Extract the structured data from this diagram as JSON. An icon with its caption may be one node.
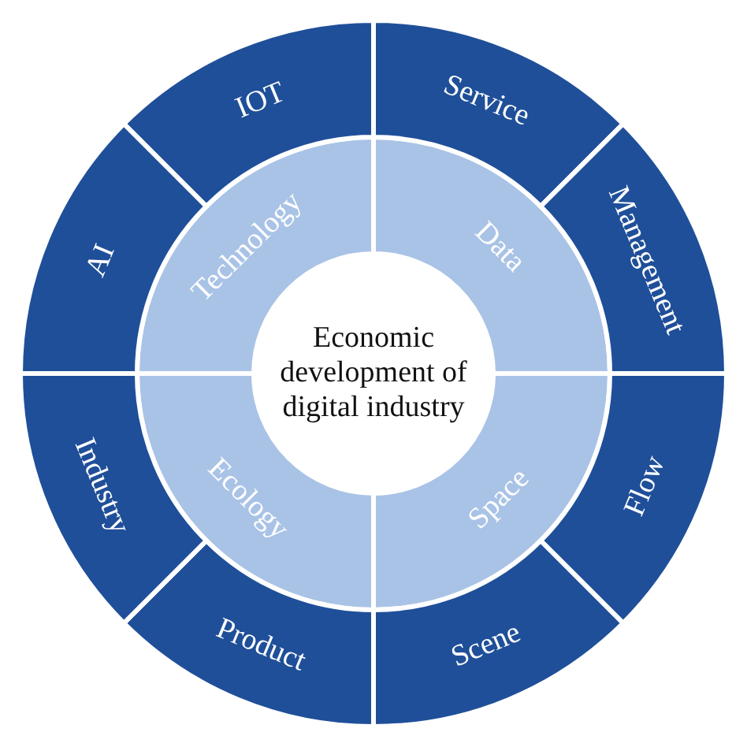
{
  "diagram": {
    "nodes": [
      {
        "text": [
          "Economic development of digital industry"
        ]
      },
      {
        "text": [
          "Technology"
        ]
      },
      {
        "text": [
          "Data"
        ]
      },
      {
        "text": [
          "Space"
        ]
      },
      {
        "text": [
          "Ecology"
        ]
      },
      {
        "text": [
          "IOT"
        ]
      },
      {
        "text": [
          "Service"
        ]
      },
      {
        "text": [
          "Management"
        ]
      },
      {
        "text": [
          "Flow"
        ]
      },
      {
        "text": [
          "Scene"
        ]
      },
      {
        "text": [
          "Product"
        ]
      },
      {
        "text": [
          "Industry"
        ]
      },
      {
        "text": [
          "AI"
        ]
      }
    ]
  }
}
